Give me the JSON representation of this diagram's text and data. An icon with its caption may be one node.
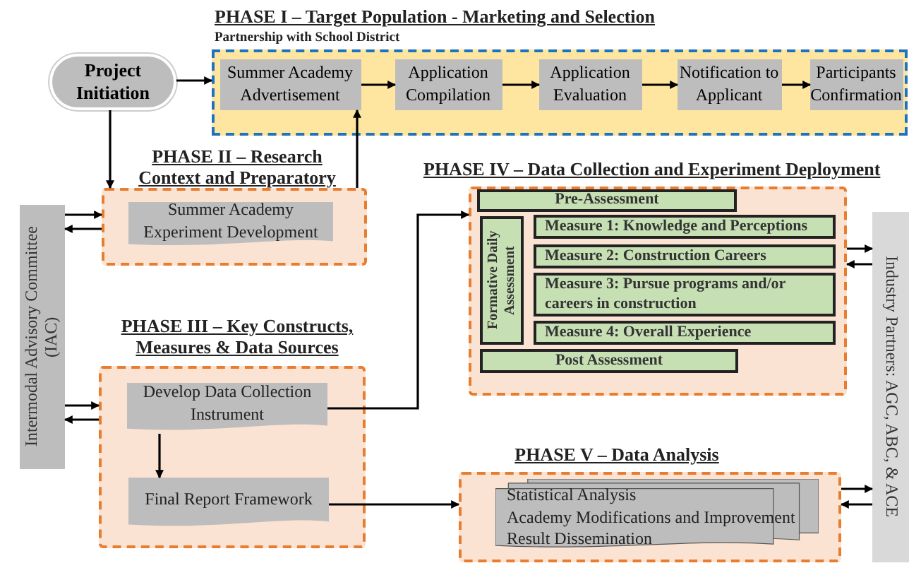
{
  "diagram": {
    "nodes": [
      {
        "text": [
          "Project Initiation"
        ]
      },
      {
        "text": [
          "PHASE I – Target Population - Marketing and Selection",
          "Partnership with School District"
        ]
      },
      {
        "text": [
          "Summer Academy Advertisement"
        ],
        "in": 1
      },
      {
        "text": [
          "Application Compilation"
        ],
        "in": 1
      },
      {
        "text": [
          "Application Evaluation"
        ],
        "in": 1
      },
      {
        "text": [
          "Notification to Applicant"
        ],
        "in": 1
      },
      {
        "text": [
          "Participants Confirmation"
        ],
        "in": 1
      },
      {
        "text": [
          "PHASE II – Research Context and Preparatory"
        ]
      },
      {
        "text": [
          "Summer Academy Experiment Development"
        ],
        "in": 7
      },
      {
        "text": [
          "Intermodal Advisory Committee (IAC)"
        ]
      },
      {
        "text": [
          "PHASE III – Key Constructs, Measures & Data Sources"
        ]
      },
      {
        "text": [
          "Develop Data Collection Instrument"
        ],
        "in": 10
      },
      {
        "text": [
          "Final Report Framework"
        ],
        "in": 10
      },
      {
        "text": [
          "PHASE IV – Data Collection and Experiment Deployment"
        ]
      },
      {
        "text": [
          "Pre-Assessment"
        ],
        "in": 13
      },
      {
        "text": [
          "Formative Daily Assessment"
        ],
        "in": 13
      },
      {
        "text": [
          "Measure 1: Knowledge and Perceptions"
        ],
        "in": 13
      },
      {
        "text": [
          "Measure 2: Construction Careers"
        ],
        "in": 13
      },
      {
        "text": [
          "Measure 3: Pursue programs and/or careers in construction"
        ],
        "in": 13
      },
      {
        "text": [
          "Measure 4: Overall Experience"
        ],
        "in": 13
      },
      {
        "text": [
          "Post Assessment"
        ],
        "in": 13
      },
      {
        "text": [
          "Industry Partners: AGC, ABC, & ACE"
        ]
      },
      {
        "text": [
          "PHASE V – Data Analysis"
        ]
      },
      {
        "text": [
          "Statistical Analysis",
          "Academy Modifications and Improvement",
          "Result Dissemination"
        ],
        "in": 22
      }
    ],
    "edges": [
      {
        "from": 0,
        "to": 1,
        "arrow": "to"
      },
      {
        "from": 0,
        "to": 7,
        "arrow": "to"
      },
      {
        "from": 7,
        "to": 2,
        "arrow": "to"
      },
      {
        "from": 2,
        "to": 3,
        "arrow": "to"
      },
      {
        "from": 3,
        "to": 4,
        "arrow": "to"
      },
      {
        "from": 4,
        "to": 5,
        "arrow": "to"
      },
      {
        "from": 5,
        "to": 6,
        "arrow": "to"
      },
      {
        "from": 9,
        "to": 7,
        "arrow": "to"
      },
      {
        "from": 7,
        "to": 9,
        "arrow": "to"
      },
      {
        "from": 9,
        "to": 10,
        "arrow": "to"
      },
      {
        "from": 10,
        "to": 9,
        "arrow": "to"
      },
      {
        "from": 11,
        "to": 13,
        "arrow": "to"
      },
      {
        "from": 11,
        "to": 12,
        "arrow": "to"
      },
      {
        "from": 12,
        "to": 22,
        "arrow": "to"
      },
      {
        "from": 13,
        "to": 21,
        "arrow": "to"
      },
      {
        "from": 21,
        "to": 13,
        "arrow": "to"
      },
      {
        "from": 22,
        "to": 21,
        "arrow": "to"
      },
      {
        "from": 21,
        "to": 22,
        "arrow": "to"
      }
    ]
  }
}
